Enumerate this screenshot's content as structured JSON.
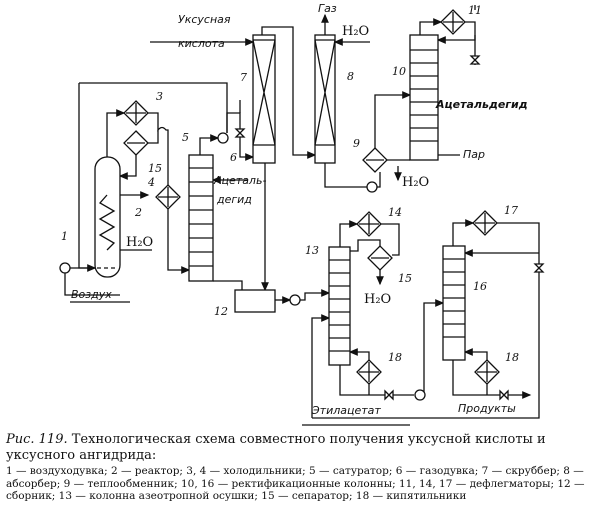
{
  "labels": {
    "acetic_acid_1": "Уксусная",
    "acetic_acid_2": "кислота",
    "gas": "Газ",
    "water": "H₂O",
    "acetaldehyde_right": "Ацетальдегид",
    "acetaldehyde_left_1": "Ацеталь-",
    "acetaldehyde_left_2": "дегид",
    "steam": "Пар",
    "air": "Воздух",
    "ethyl_acetate": "Этилацетат",
    "products": "Продукты"
  },
  "numbers": {
    "n1": "1",
    "n2": "2",
    "n3": "3",
    "n4": "4",
    "n5": "5",
    "n6": "6",
    "n7": "7",
    "n8": "8",
    "n9": "9",
    "n10": "10",
    "n11": "11",
    "n12": "12",
    "n13": "13",
    "n14": "14",
    "n15a": "15",
    "n15b": "15",
    "n16": "16",
    "n17": "17",
    "n18a": "18",
    "n18b": "18"
  },
  "caption": {
    "figure": "Рис. 119.",
    "title": "Технологическая схема совместного получения уксусной кислоты и уксусного ангидрида:",
    "legend": "1 — воздуходувка; 2 — реактор; 3, 4 — холодильники; 5 — сатуратор; 6 — газодувка; 7 — скруббер; 8 — абсорбер; 9 — теплообменник; 10, 16 — ректификационные колонны; 11, 14, 17 — дефлегматоры; 12 — сборник; 13 — колонна азеотропной осушки; 15 — сепаратор; 18 — кипятильники"
  }
}
